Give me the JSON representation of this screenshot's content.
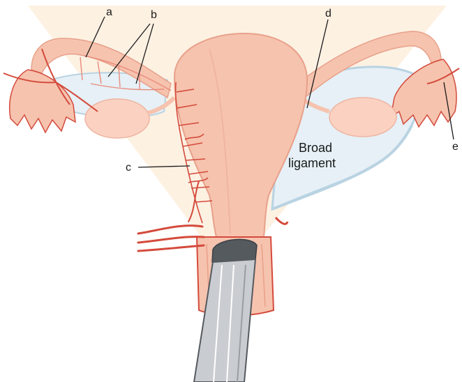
{
  "labels": {
    "a": "a",
    "b": "b",
    "c": "c",
    "d": "d",
    "e": "e",
    "broad_ligament_line1": "Broad",
    "broad_ligament_line2": "ligament"
  },
  "colors": {
    "uterus": "#f6c3ae",
    "uterus_edge": "#e8a08a",
    "vessel": "#d44a3c",
    "vessel_light": "#e98a7c",
    "ovary": "#fbd2c2",
    "ligament_blue": "#b9d3e2",
    "beam": "#fdeedd",
    "probe": "#bfc3c7",
    "probe_dark": "#555a5f"
  }
}
